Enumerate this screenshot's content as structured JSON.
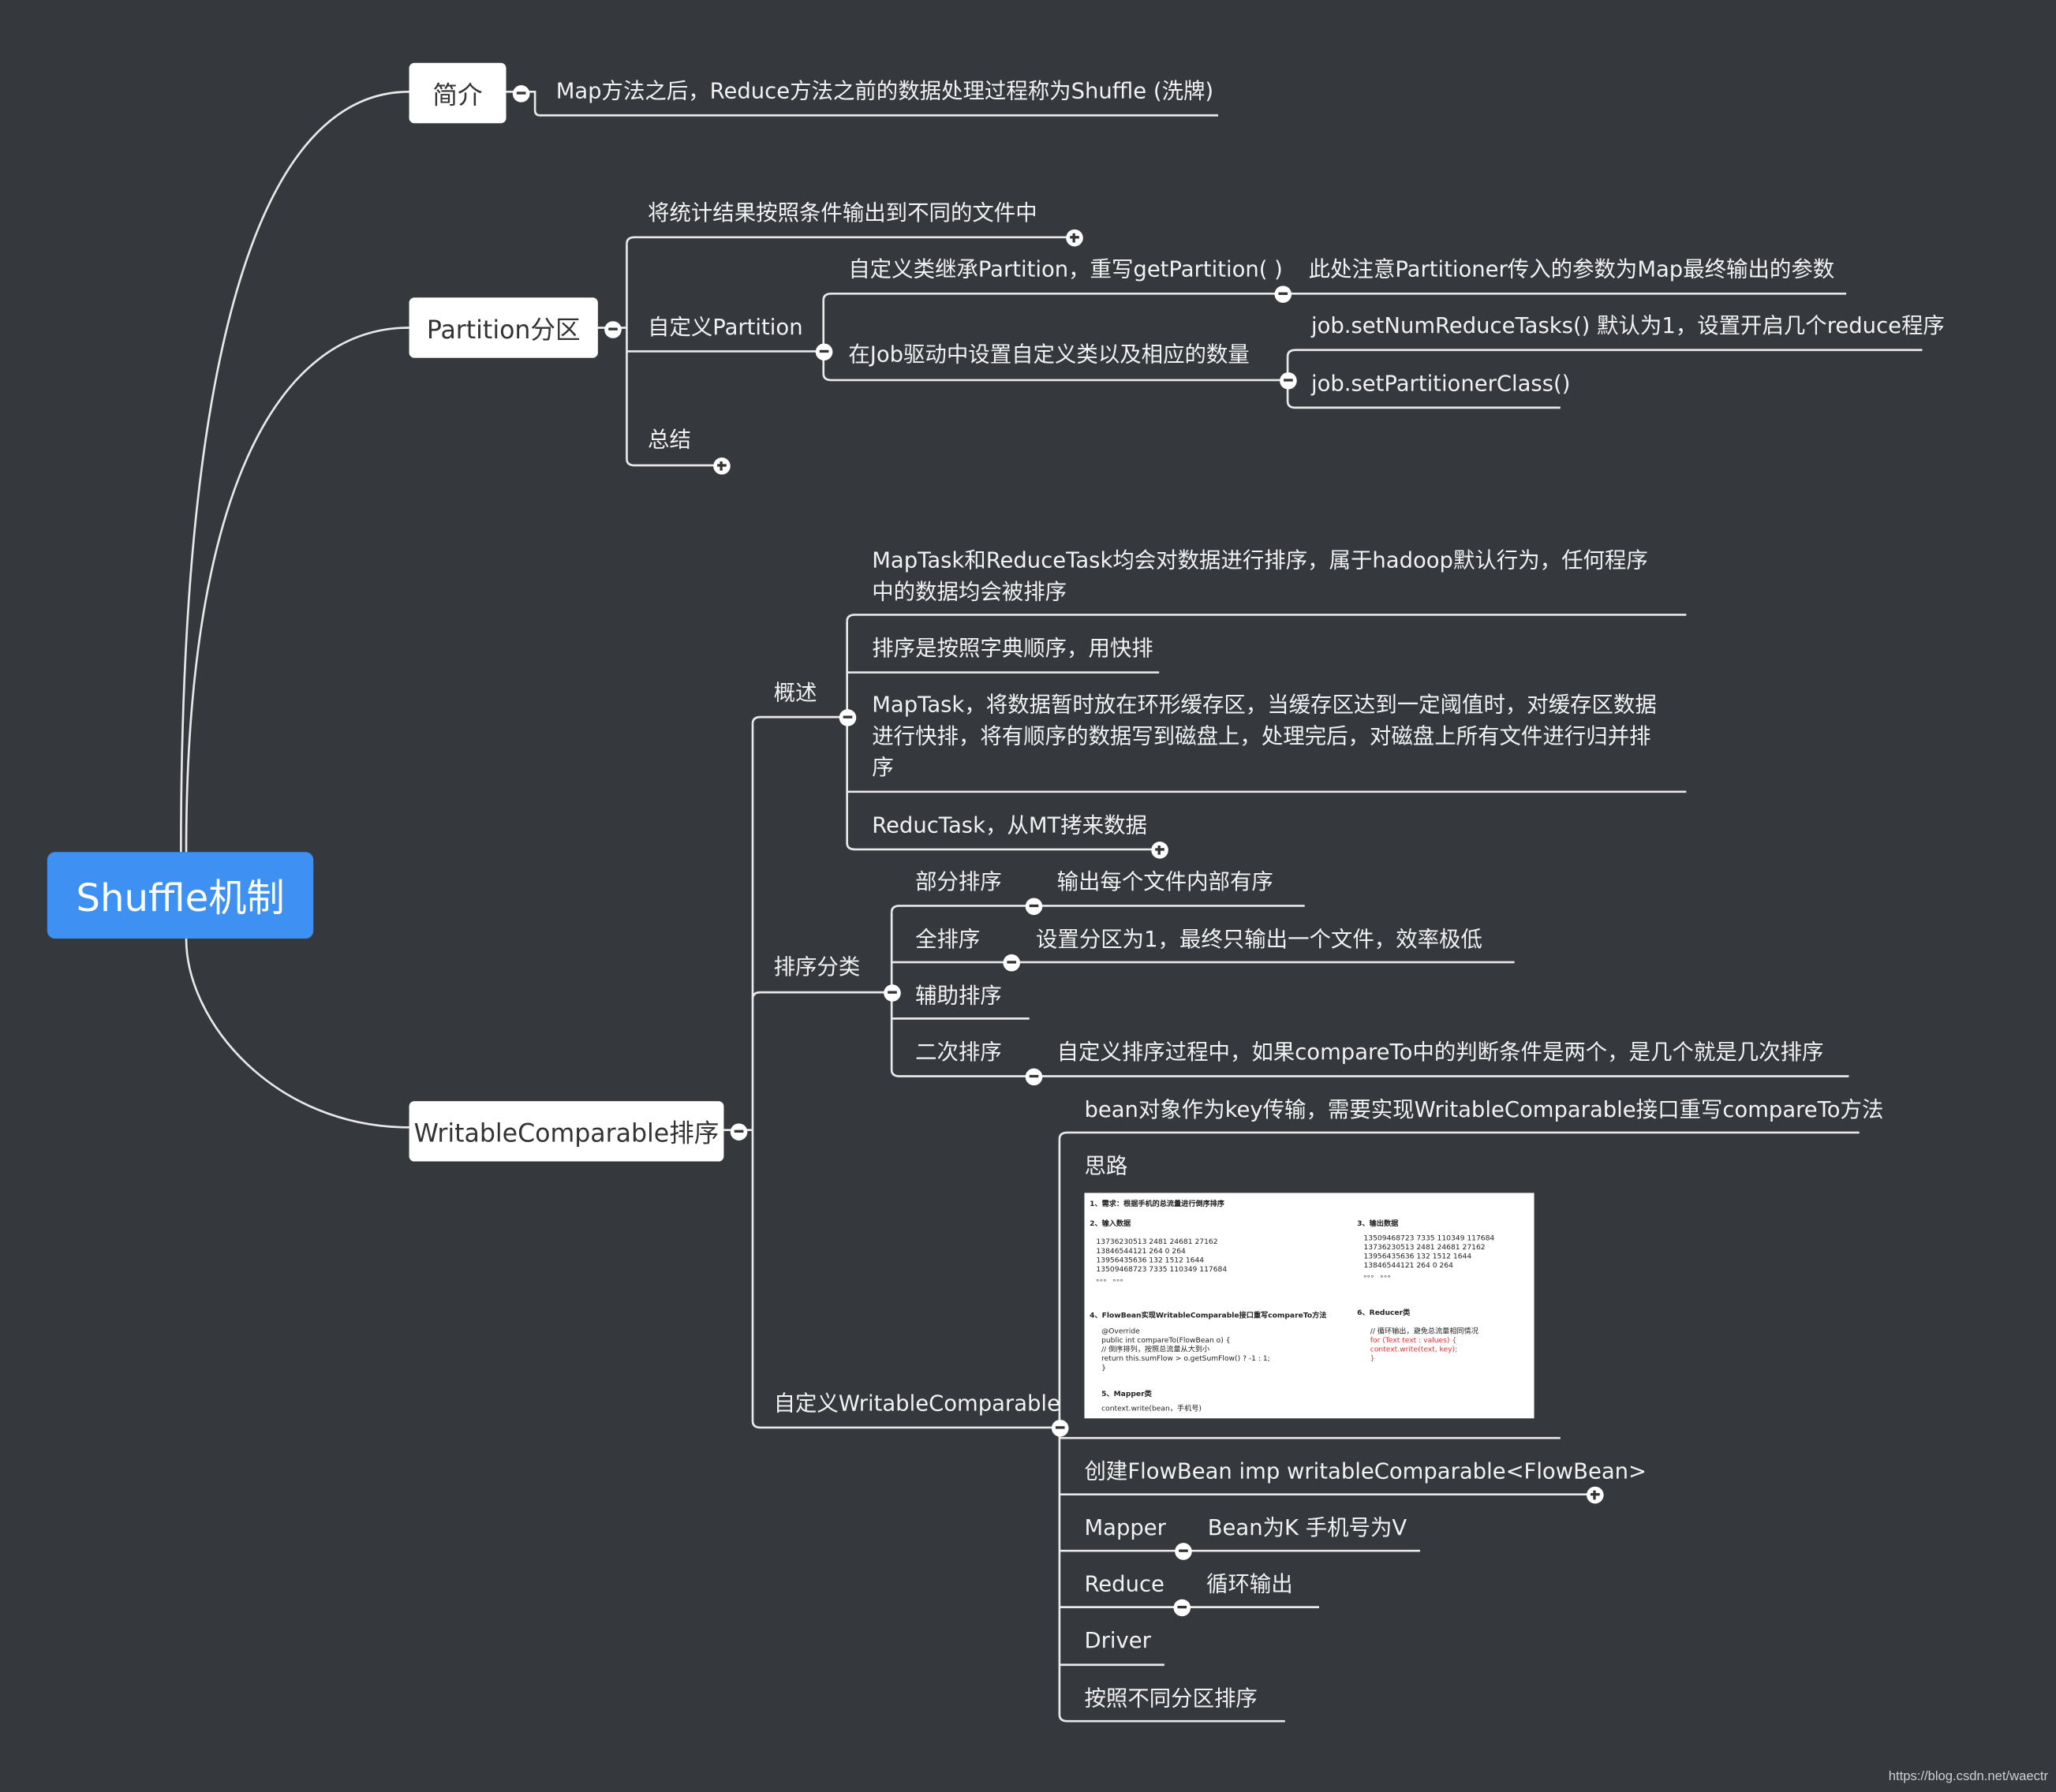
{
  "root": "Shuffle机制",
  "intro": {
    "label": "简介",
    "text": "Map方法之后，Reduce方法之前的数据处理过程称为Shuffle (洗牌)"
  },
  "partition": {
    "label": "Partition分区",
    "item1": "将统计结果按照条件输出到不同的文件中",
    "custom": "自定义Partition",
    "custom_a": "自定义类继承Partition，重写getPartition( )",
    "custom_a_note": "此处注意Partitioner传入的参数为Map最终输出的参数",
    "custom_b": "在Job驱动中设置自定义类以及相应的数量",
    "custom_b1": "job.setNumReduceTasks() 默认为1，设置开启几个reduce程序",
    "custom_b2": "job.setPartitionerClass()",
    "summary": "总结"
  },
  "wc": {
    "label": "WritableComparable排序",
    "overview": {
      "label": "概述",
      "items": [
        "MapTask和ReduceTask均会对数据进行排序，属于hadoop默认行为，任何程序中的数据均会被排序",
        "排序是按照字典顺序，用快排",
        "MapTask，将数据暂时放在环形缓存区，当缓存区达到一定阈值时，对缓存区数据进行快排，将有顺序的数据写到磁盘上，处理完后，对磁盘上所有文件进行归并排序",
        "ReducTask，从MT拷来数据"
      ]
    },
    "sortkinds": {
      "label": "排序分类",
      "partial": "部分排序",
      "partial_note": "输出每个文件内部有序",
      "total": "全排序",
      "total_note": "设置分区为1，最终只输出一个文件，效率极低",
      "aux": "辅助排序",
      "secondary": "二次排序",
      "secondary_note": "自定义排序过程中，如果compareTo中的判断条件是两个，是几个就是几次排序"
    },
    "custom": {
      "label": "自定义WritableComparable",
      "bean": "bean对象作为key传输，需要实现WritableComparable接口重写compareTo方法",
      "idea": "思路",
      "thumb": {
        "h1": "1、需求：根据手机的总流量进行倒序排序",
        "h2": "2、输入数据",
        "h3": "3、输出数据",
        "h4": "4、FlowBean实现WritableComparable接口重写compareTo方法",
        "h5": "5、Mapper类",
        "h6": "6、Reducer类",
        "in_rows": [
          "13736230513   2481          24681         27162",
          "13846544121   264           0             264",
          "13956435636   132           1512          1644",
          "13509468723   7335          110349        117684",
          "。。。   。。。"
        ],
        "out_rows": [
          "13509468723   7335          110349        117684",
          "13736230513   2481          24681         27162",
          "13956435636   132           1512          1644",
          "13846544121   264           0             264",
          "。。。   。。。"
        ],
        "code4": [
          "@Override",
          "public int compareTo(FlowBean o) {",
          "    // 倒序排列，按照总流量从大到小",
          "    return this.sumFlow > o.getSumFlow() ? -1 : 1;",
          "}"
        ],
        "code5": "context.write(bean，手机号)",
        "code6_comment": "// 循环输出，避免总流量相同情况",
        "code6": [
          "for (Text text : values) {",
          "    context.write(text, key);",
          "}"
        ]
      },
      "flowbean": "创建FlowBean  imp writableComparable<FlowBean>",
      "mapper": "Mapper",
      "mapper_note": "Bean为K  手机号为V",
      "reduce": "Reduce",
      "reduce_note": "循环输出",
      "driver": "Driver",
      "bypart": "按照不同分区排序"
    }
  },
  "watermark": "https://blog.csdn.net/waectr"
}
